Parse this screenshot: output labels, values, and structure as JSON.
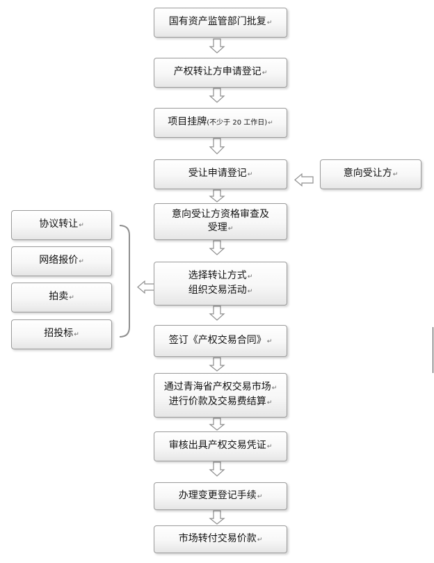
{
  "main_flow": [
    {
      "text": "国有资产监管部门批复",
      "mark": "↵"
    },
    {
      "text": "产权转让方申请登记",
      "mark": "↵"
    },
    {
      "text": "项目挂牌",
      "note": "(不少于 20 工作日)",
      "mark": "↵"
    },
    {
      "text": "受让申请登记",
      "mark": "↵"
    },
    {
      "lines": [
        "意向受让方资格审查及",
        "受理"
      ],
      "mark": "↵"
    },
    {
      "lines": [
        "选择转让方式",
        "组织交易活动"
      ],
      "mark": "↵"
    },
    {
      "text": "签订《产权交易合同》",
      "mark": "↵"
    },
    {
      "lines": [
        "通过青海省产权交易市场",
        "进行价款及交易费结算"
      ],
      "mark": "↵"
    },
    {
      "text": "审核出具产权交易凭证",
      "mark": "↵"
    },
    {
      "text": "办理变更登记手续",
      "mark": "↵"
    },
    {
      "text": "市场转付交易价款",
      "mark": "↵"
    }
  ],
  "side_input": {
    "text": "意向受让方",
    "mark": "↵"
  },
  "methods": [
    {
      "text": "协议转让",
      "mark": "↵"
    },
    {
      "text": "网络报价",
      "mark": "↵"
    },
    {
      "text": "拍卖",
      "mark": "↵"
    },
    {
      "text": "招投标",
      "mark": "↵"
    }
  ]
}
